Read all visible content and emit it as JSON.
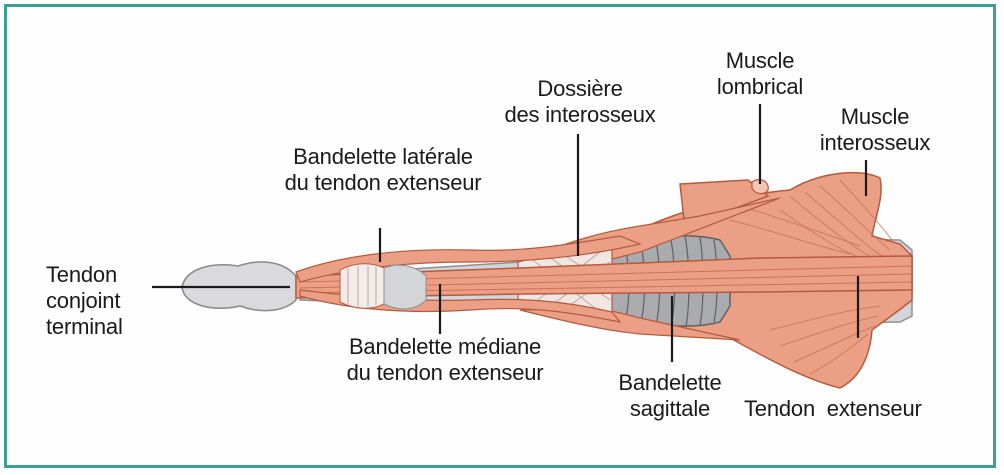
{
  "colors": {
    "frame": "#3d9e97",
    "muscle": "#e9997c",
    "muscle_dark": "#c9654a",
    "bone": "#d9d9db",
    "sheath": "#9a9c9f",
    "line": "#1a1a1a"
  },
  "labels": {
    "muscle_lombrical": [
      "Muscle",
      "lombrical"
    ],
    "dossiere": [
      "Dossière",
      "des interosseux"
    ],
    "muscle_interosseux": [
      "Muscle",
      "interosseux"
    ],
    "bandelette_laterale": [
      "Bandelette latérale",
      "du tendon extenseur"
    ],
    "tendon_conjoint": [
      "Tendon",
      "conjoint",
      "terminal"
    ],
    "bandelette_mediane": [
      "Bandelette médiane",
      "du tendon extenseur"
    ],
    "bandelette_sagittale": [
      "Bandelette",
      "sagittale"
    ],
    "tendon_extenseur": [
      "Tendon  extenseur"
    ]
  }
}
